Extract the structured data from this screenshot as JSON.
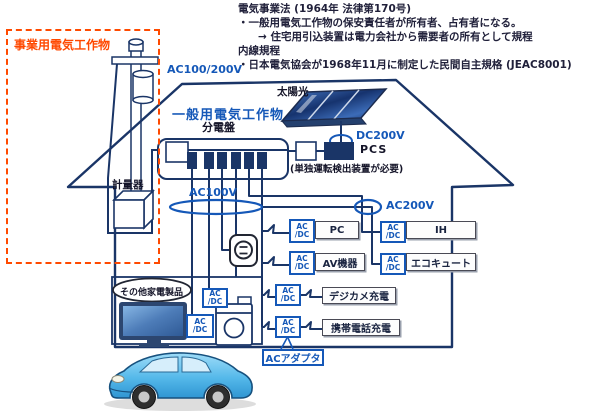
{
  "notes": {
    "line1": "電気事業法 (1964年 法律第170号)",
    "line2": "・一般用電気工作物の保安責任者が所有者、占有者になる。",
    "line3": "→ 住宅用引込装置は電力会社から需要者の所有として規程",
    "line4": "内線規程",
    "line5": "・日本電気協会が1968年11月に制定した民間自主規格 (JEAC8001)"
  },
  "labels": {
    "business_installation": "事業用電気工作物",
    "service_voltage": "AC100/200V",
    "general_installation": "一般用電気工作物",
    "distribution_board": "分電盤",
    "meter": "計量器",
    "solar": "太陽光",
    "dc_voltage": "DC200V",
    "pcs": "PCS",
    "pcs_note": "(単独運転検出装置が必要)",
    "ac100": "AC100V",
    "ac200": "AC200V",
    "other_appliances": "その他家電製品",
    "ac_adapter": "ACアダプタ"
  },
  "converter": {
    "top": "AC",
    "bottom": "/DC"
  },
  "devices": {
    "pc": "PC",
    "av": "AV機器",
    "ih": "IH",
    "ecocute": "エコキュート",
    "camera": "デジカメ充電",
    "phone": "携帯電話充電"
  },
  "colors": {
    "wire_navy": "#1a3567",
    "label_blue": "#1558b8",
    "boundary_orange": "#ff4a00"
  }
}
